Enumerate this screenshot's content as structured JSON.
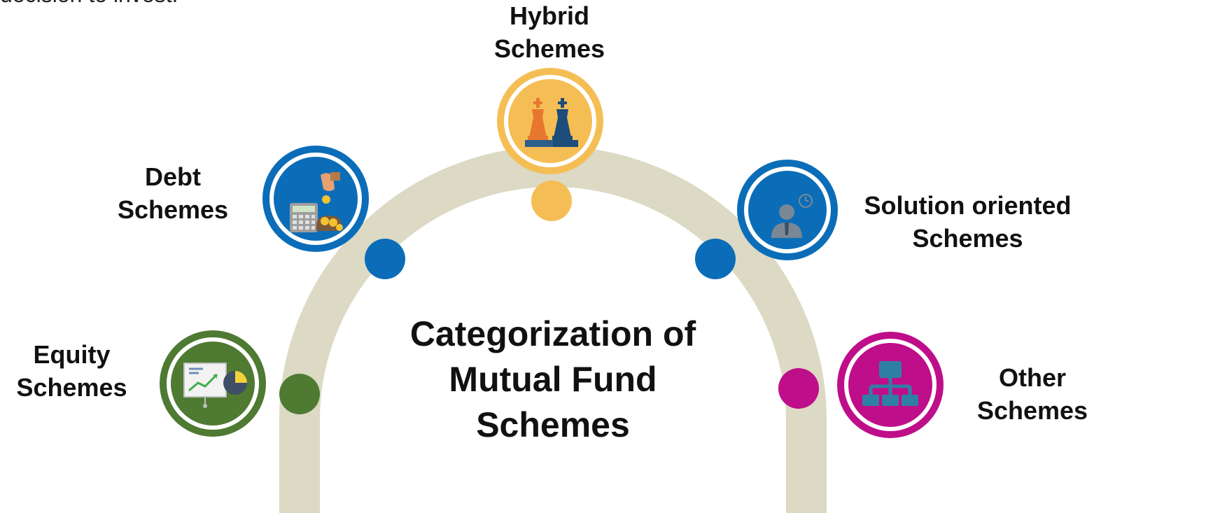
{
  "intro": {
    "text": "decision to invest."
  },
  "center": {
    "line1": "Categorization of",
    "line2": "Mutual Fund",
    "line3": "Schemes"
  },
  "categories": {
    "hybrid": {
      "line1": "Hybrid",
      "line2": "Schemes",
      "color": "#F5BE55",
      "icon": "chess-pieces-icon"
    },
    "debt": {
      "line1": "Debt",
      "line2": "Schemes",
      "color": "#0B6DB8",
      "icon": "coins-calculator-icon"
    },
    "solution": {
      "line1": "Solution oriented",
      "line2": "Schemes",
      "color": "#0B6DB8",
      "icon": "person-clock-icon"
    },
    "equity": {
      "line1": "Equity",
      "line2": "Schemes",
      "color": "#4E7A32",
      "icon": "chart-presentation-icon"
    },
    "other": {
      "line1": "Other",
      "line2": "Schemes",
      "color": "#BF0E8A",
      "icon": "hierarchy-icon"
    }
  },
  "colors": {
    "arc": "#DCD9C4"
  }
}
